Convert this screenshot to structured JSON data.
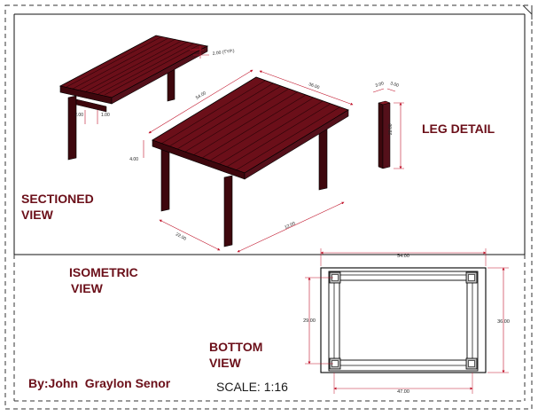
{
  "labels": {
    "sectioned": [
      "SECTIONED",
      "VIEW"
    ],
    "isometric": [
      "ISOMETRIC",
      "VIEW"
    ],
    "leg_detail": "LEG DETAIL",
    "bottom": [
      "BOTTOM",
      "VIEW"
    ]
  },
  "author": "By:John  Graylon Senor",
  "scale": "SCALE: 1:16",
  "dimensions": {
    "bottom_width": "54.00",
    "bottom_inner_width": "47.00",
    "bottom_depth": "36.00",
    "bottom_inner_depth": "29.00",
    "iso_length": "54.00",
    "iso_width": "36.00",
    "iso_right": "12.00",
    "iso_left_a": "22.00",
    "iso_left_b": "4.00",
    "sectioned_top": "2.00 (TYP.)",
    "sectioned_a": "1.00",
    "sectioned_b": "2.00",
    "leg_a": "3.00",
    "leg_b": "3.00",
    "leg_height": "28.00"
  },
  "colors": {
    "wood": "#6b0f19",
    "wood_dark": "#3e070d",
    "wood_light": "#8a1a25",
    "dimension_line": "#c0142b",
    "outline": "#000000"
  }
}
